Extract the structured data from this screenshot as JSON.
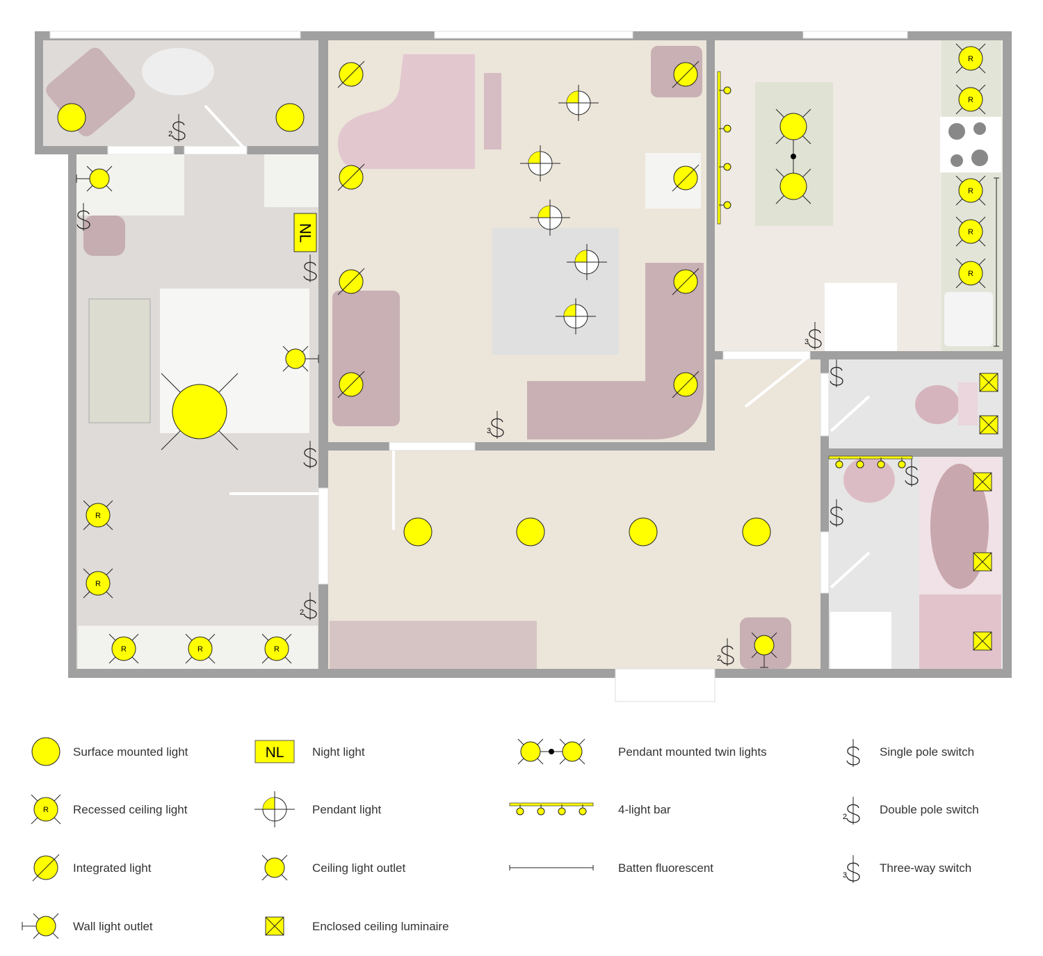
{
  "plan": {
    "night_light_label": "NL",
    "recessed_label": "R",
    "double_pole_digit": "2",
    "three_way_digit": "3"
  },
  "legend": {
    "surface": "Surface mounted light",
    "recessed": "Recessed ceiling light",
    "integrated": "Integrated light",
    "wall_outlet": "Wall light outlet",
    "night": "Night light",
    "night_symbol": "NL",
    "pendant": "Pendant light",
    "ceiling_outlet": "Ceiling light outlet",
    "enclosed": "Enclosed ceiling luminaire",
    "twin": "Pendant mounted twin lights",
    "bar": "4-light bar",
    "batten": "Batten fluorescent",
    "single_switch": "Single pole switch",
    "double_switch": "Double pole switch",
    "three_way_switch": "Three-way switch"
  },
  "colors": {
    "light": "#ffff00",
    "wall": "#a0a0a0",
    "furniture": "#c8b0b5"
  }
}
